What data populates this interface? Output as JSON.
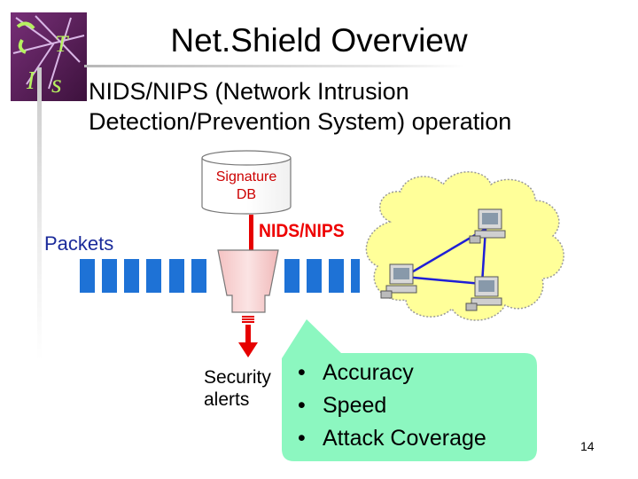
{
  "slide": {
    "title": "Net.Shield Overview",
    "bullet_line1": "NIDS/NIPS (Network Intrusion",
    "bullet_line2": "Detection/Prevention System) operation",
    "database_label_line1": "Signature",
    "database_label_line2": "DB",
    "system_label": "NIDS/NIPS",
    "packets_label": "Packets",
    "alerts_label_line1": "Security",
    "alerts_label_line2": "alerts",
    "callout_items": [
      "Accuracy",
      "Speed",
      "Attack Coverage"
    ],
    "page_number": "14"
  },
  "colors": {
    "packet_blue": "#1e72d6",
    "arrow_red": "#e60000",
    "callout_green": "#8cf7c0",
    "cloud_yellow": "#ffff99",
    "network_link_blue": "#1f1fd6",
    "filter_pink": "#f7cccc"
  },
  "icons": [
    "logo-icon",
    "database-icon",
    "filter-funnel-icon",
    "cloud-network-icon",
    "computer-icon"
  ]
}
